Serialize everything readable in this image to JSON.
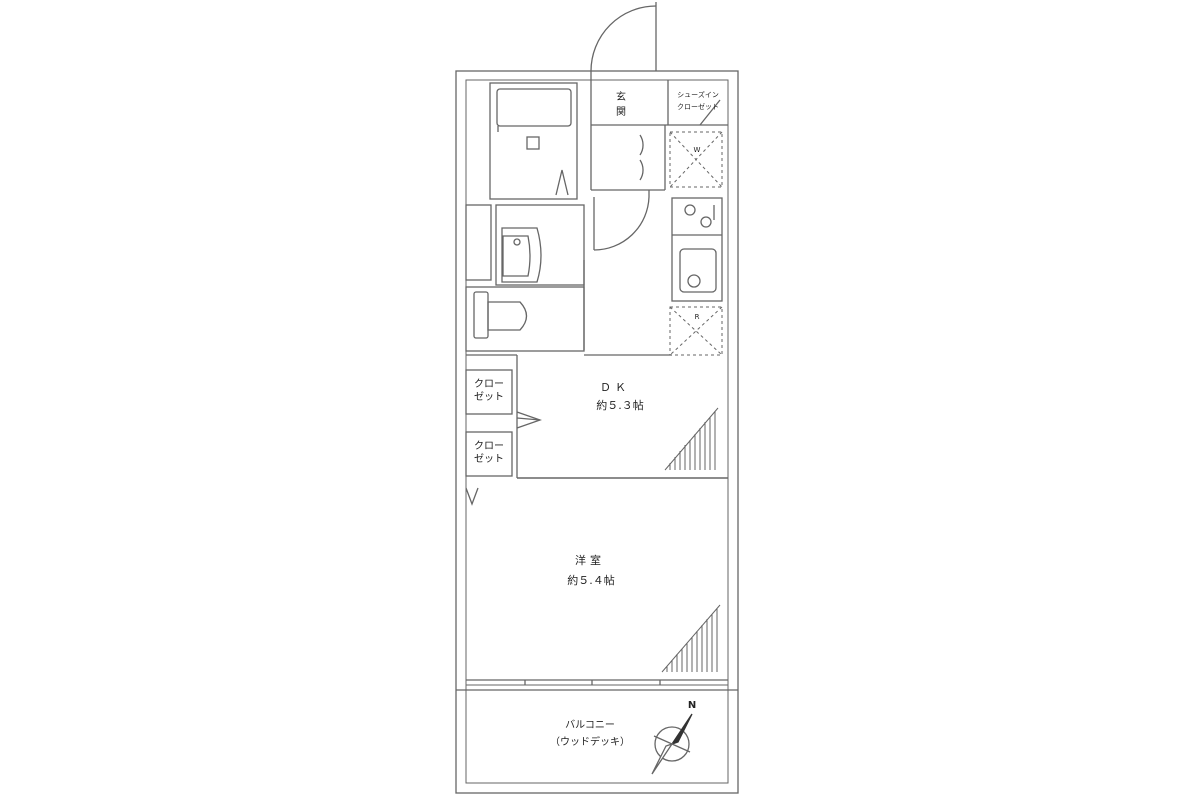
{
  "rooms": {
    "genkan": "玄\n関",
    "shoe_closet_line1": "シューズイン",
    "shoe_closet_line2": "クローゼット",
    "dk_name": "ＤＫ",
    "dk_size": "約５.３帖",
    "yoshitsu_name": "洋室",
    "yoshitsu_size": "約５.４帖",
    "closet1_line1": "クロー",
    "closet1_line2": "ゼット",
    "closet2_line1": "クロー",
    "closet2_line2": "ゼット",
    "balcony_line1": "バルコニー",
    "balcony_line2": "（ウッドデッキ）"
  },
  "fixtures": {
    "washer_mark": "W",
    "fridge_mark": "R",
    "north_mark": "N"
  },
  "colors": {
    "wall": "#555555",
    "line": "#777777",
    "background": "#ffffff"
  }
}
